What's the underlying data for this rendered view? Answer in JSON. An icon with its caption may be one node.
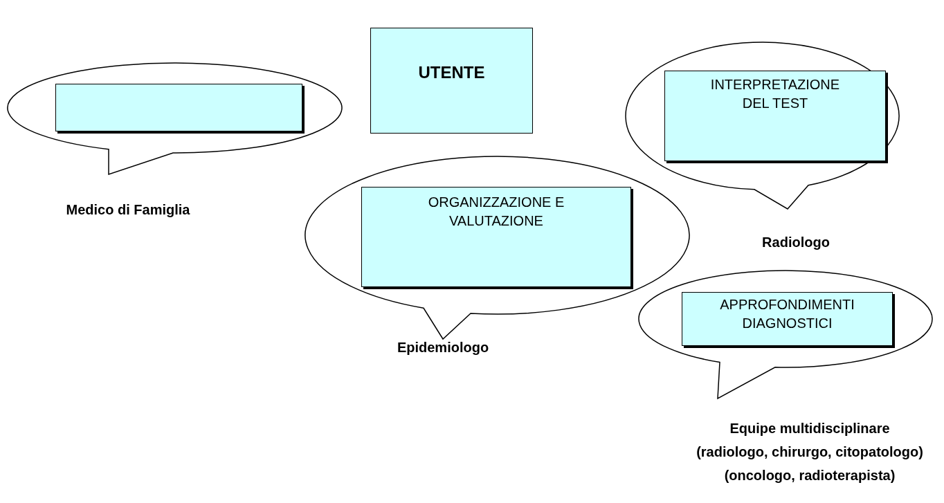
{
  "diagram": {
    "nodes": [
      {
        "text": [],
        "shape": "bubble",
        "beside": [
          "Medico di Famiglia"
        ]
      },
      {
        "text": [],
        "shape": "box",
        "in": 0
      },
      {
        "text": [
          "UTENTE"
        ]
      },
      {
        "text": [],
        "shape": "bubble",
        "beside": [
          "Radiologo"
        ]
      },
      {
        "text": [
          "INTERPRETAZIONE DEL TEST"
        ],
        "in": 3
      },
      {
        "text": [],
        "shape": "bubble",
        "beside": [
          "Epidemiologo"
        ]
      },
      {
        "text": [
          "ORGANIZZAZIONE E VALUTAZIONE"
        ],
        "in": 5
      },
      {
        "text": [],
        "shape": "bubble",
        "beside": [
          "Equipe multidisciplinare",
          "(radiologo, chirurgo, citopatologo)",
          "(oncologo, radioterapista)"
        ]
      },
      {
        "text": [
          "APPROFONDIMENTI DIAGNOSTICI"
        ],
        "in": 7
      }
    ]
  }
}
